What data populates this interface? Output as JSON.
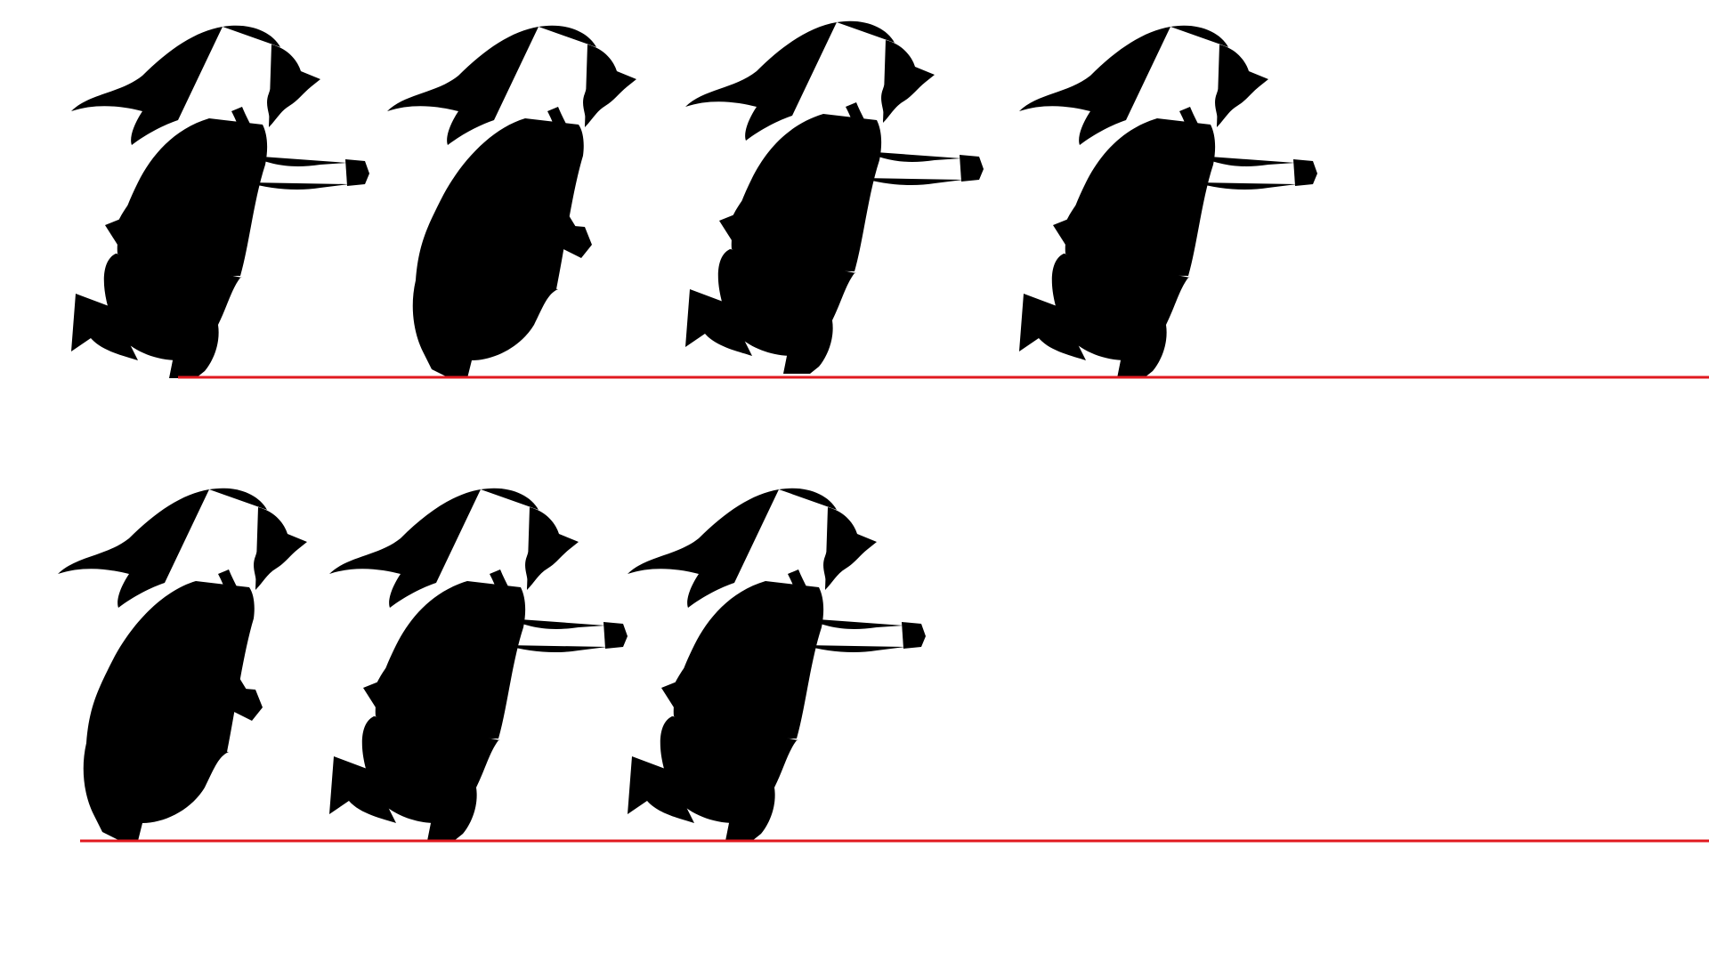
{
  "sheet": {
    "background": "#ffffff",
    "line_color": "#000000",
    "ground_line_color": "#e0191f",
    "rows": [
      {
        "frame_count": 4
      },
      {
        "frame_count": 3
      }
    ],
    "frames": [
      {
        "row": 1,
        "pose": "contact-left-arm-forward"
      },
      {
        "row": 1,
        "pose": "down-arms-low"
      },
      {
        "row": 1,
        "pose": "passing-arm-forward"
      },
      {
        "row": 1,
        "pose": "up-reach-forward"
      },
      {
        "row": 2,
        "pose": "down-arms-low"
      },
      {
        "row": 2,
        "pose": "passing-arm-forward"
      },
      {
        "row": 2,
        "pose": "contact-reach-forward"
      }
    ]
  }
}
